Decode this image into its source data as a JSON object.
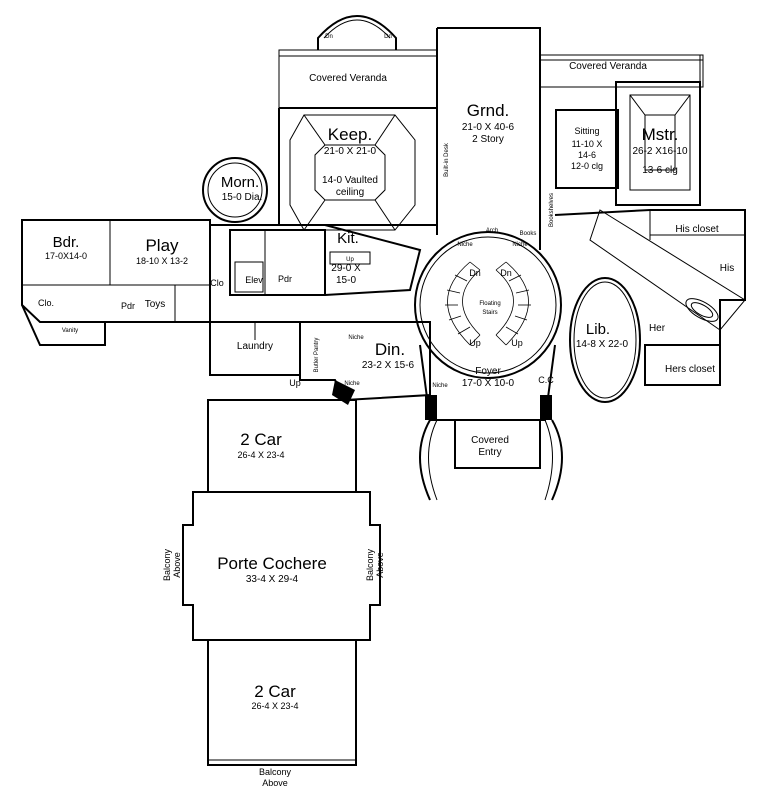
{
  "rooms": {
    "covered_veranda_left": "Covered Veranda",
    "covered_veranda_right": "Covered Veranda",
    "grand": {
      "name": "Grnd.",
      "dim": "21-0 X 40-6",
      "note": "2 Story"
    },
    "keep": {
      "name": "Keep.",
      "dim": "21-0 X 21-0",
      "note1": "14-0 Vaulted",
      "note2": "ceiling"
    },
    "morning": {
      "name": "Morn.",
      "dim": "15-0 Dia."
    },
    "sitting": {
      "name": "Sitting",
      "dim1": "11-10 X",
      "dim2": "14-6",
      "note": "12-0 clg"
    },
    "master": {
      "name": "Mstr.",
      "dim": "26-2 X16-10",
      "note": "13-6 clg"
    },
    "his_closet": "His closet",
    "his": "His",
    "her": "Her",
    "hers_closet": "Hers closet",
    "bedroom": {
      "name": "Bdr.",
      "dim": "17-0X14-0"
    },
    "play": {
      "name": "Play",
      "dim": "18-10 X 13-2"
    },
    "toys": "Toys",
    "kitchen": {
      "name": "Kit.",
      "dim1": "29-0 X",
      "dim2": "15-0"
    },
    "elevator": "Elev",
    "closet_short": "Clo",
    "closet": "Clo.",
    "pantry": "Pdr",
    "pantry_2": "Pdr",
    "laundry": "Laundry",
    "dining": {
      "name": "Din.",
      "dim": "23-2 X 15-6"
    },
    "foyer": {
      "name": "Foyer",
      "dim": "17-0 X 10-0"
    },
    "library": {
      "name": "Lib.",
      "dim": "14-8 X 22-0"
    },
    "coat_closet": "C.C",
    "covered_entry": {
      "line1": "Covered",
      "line2": "Entry"
    },
    "floating_stairs": {
      "line1": "Floating",
      "line2": "Stairs"
    },
    "garage_1": {
      "name": "2 Car",
      "dim": "26-4 X 23-4"
    },
    "porte_cochere": {
      "name": "Porte Cochere",
      "dim": "33-4 X 29-4"
    },
    "garage_2": {
      "name": "2 Car",
      "dim": "26-4 X 23-4"
    },
    "balcony_left": {
      "line1": "Balcony",
      "line2": "Above"
    },
    "balcony_right": {
      "line1": "Balcony",
      "line2": "Above"
    },
    "balcony_bottom": {
      "line1": "Balcony",
      "line2": "Above"
    }
  },
  "labels": {
    "up": "Up",
    "up_stair_left": "Up",
    "up_stair_right": "Up",
    "up_laundry": "Up",
    "dn": "Dn",
    "dn_left": "Dn",
    "dn_right": "Dn",
    "niche": "Niche",
    "arch": "Arch",
    "vanity": "Vanity",
    "butler_pantry": "Butler Pantry",
    "books": "Books",
    "bookshelves": "Bookshelves",
    "built_in_desk": "Built-in Desk"
  }
}
